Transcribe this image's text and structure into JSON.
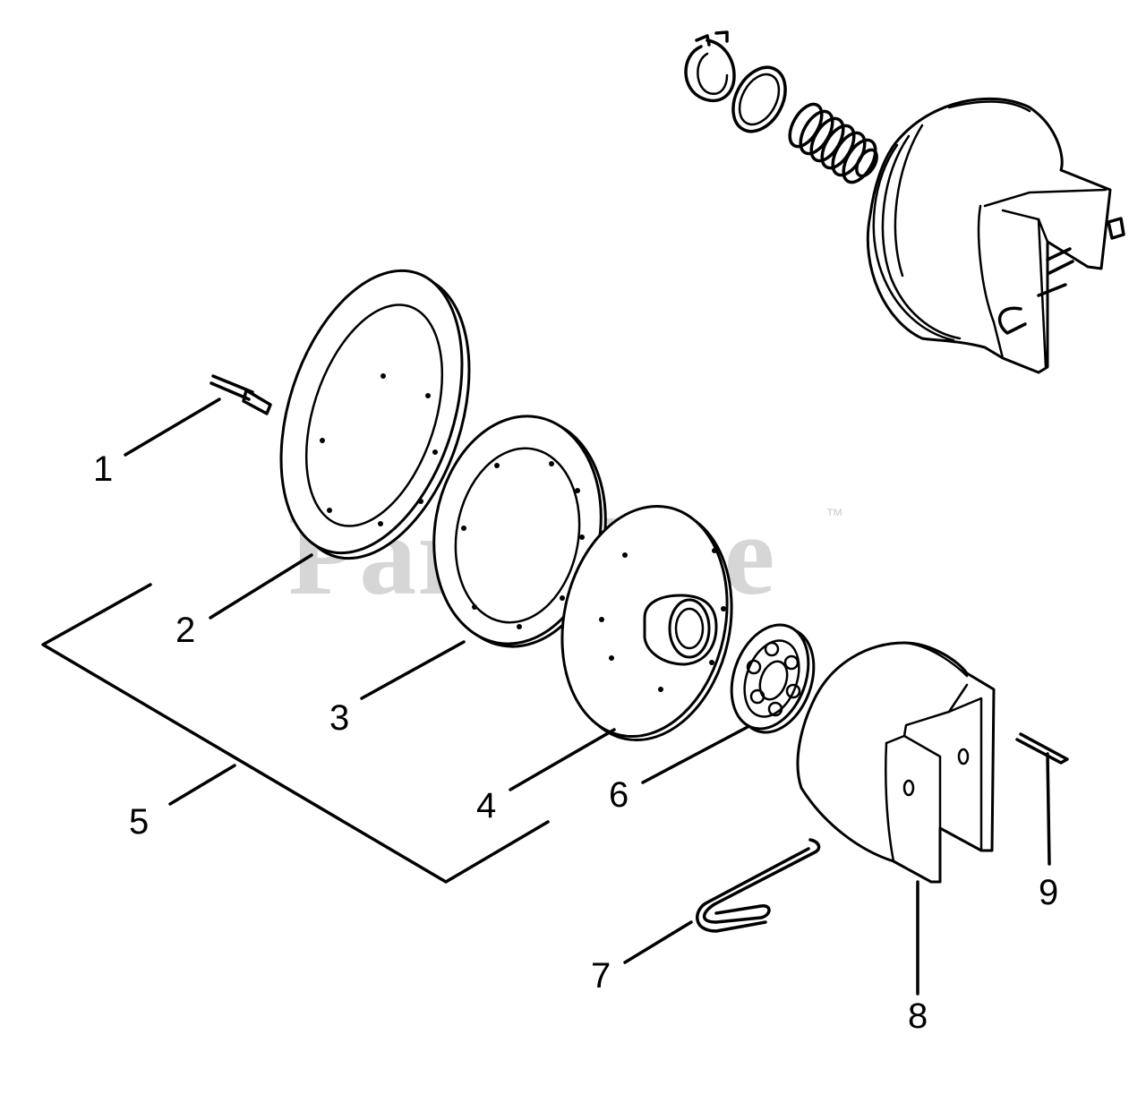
{
  "watermark": {
    "text": "PartsTree",
    "trademark": "™"
  },
  "labels": [
    "1",
    "2",
    "3",
    "4",
    "5",
    "6",
    "7",
    "8",
    "9"
  ],
  "colors": {
    "line": "#000000",
    "background": "#ffffff",
    "watermark": "#d6d6d6"
  }
}
